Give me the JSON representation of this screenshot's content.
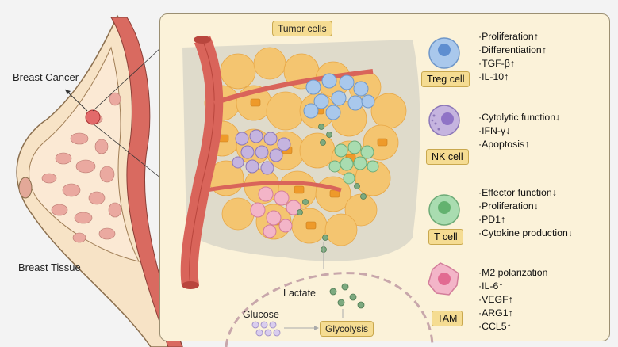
{
  "labels": {
    "breast_cancer": "Breast Cancer",
    "breast_tissue": "Breast Tissue",
    "tumor_cells": "Tumor cells",
    "lactate": "Lactate",
    "glucose": "Glucose",
    "glycolysis": "Glycolysis"
  },
  "cells": [
    {
      "name": "Treg cell",
      "color": "#a9c8ec",
      "features": [
        "·Proliferation↑",
        "·Differentiation↑",
        "·TGF-β↑",
        "·IL-10↑"
      ]
    },
    {
      "name": "NK cell",
      "color": "#c5b4df",
      "features": [
        "·Cytolytic function↓",
        "·IFN-γ↓",
        "·Apoptosis↑"
      ]
    },
    {
      "name": "T cell",
      "color": "#a9dcb0",
      "features": [
        "·Effector function↓",
        "·Proliferation↓",
        "·PD1↑",
        "·Cytokine production↓"
      ]
    },
    {
      "name": "TAM",
      "color": "#f3b5c8",
      "features": [
        "·M2 polarization",
        "·IL-6↑",
        "·VEGF↑",
        "·ARG1↑",
        "·CCL5↑"
      ]
    }
  ],
  "colors": {
    "vessel": "#d9645a",
    "tumor": "#f6c46c",
    "panel": "#fbf2d9",
    "tag": "#f5dc92"
  }
}
